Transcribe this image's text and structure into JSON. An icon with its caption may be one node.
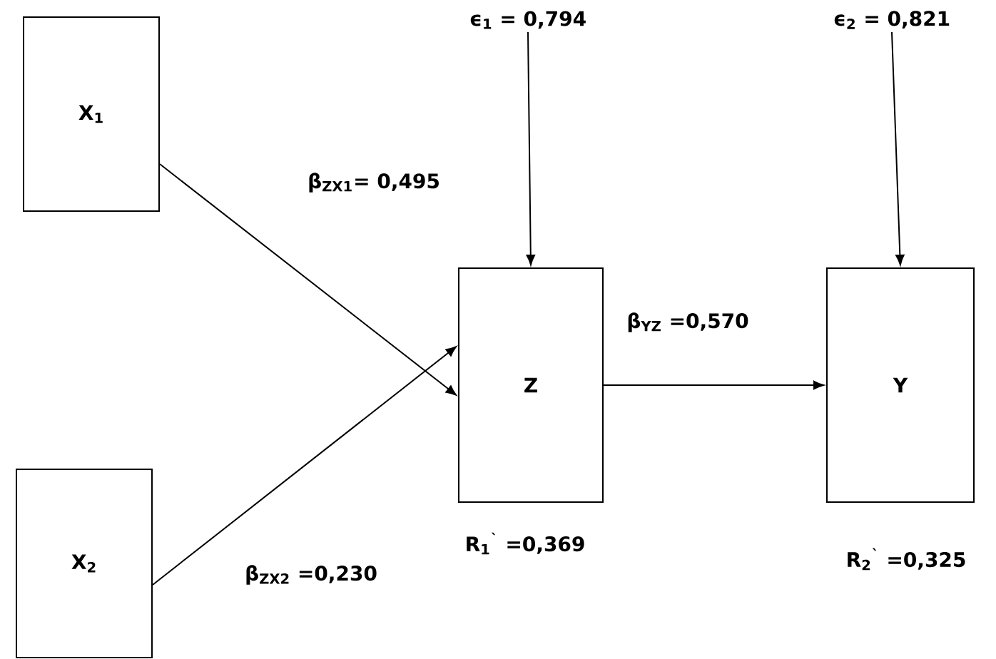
{
  "diagram": {
    "nodes": [
      {
        "text": [
          "X$_{1}$"
        ]
      },
      {
        "text": [
          "X$_{2}$"
        ]
      },
      {
        "text": [
          "Z"
        ],
        "beside": [
          "R$_{1}$$^{`}$ =0,369"
        ]
      },
      {
        "text": [
          "Y"
        ],
        "beside": [
          "R$_{2}$$^{`}$ =0,325"
        ]
      },
      {
        "text": [
          "ϵ$_{1}$ = 0,794"
        ]
      },
      {
        "text": [
          "ϵ$_{2}$ = 0,821"
        ]
      }
    ],
    "edges": [
      {
        "from": 0,
        "to": 2,
        "arrow": "to",
        "label": "β$_{ZX1}$= 0,495"
      },
      {
        "from": 1,
        "to": 2,
        "arrow": "to",
        "label": "β$_{ZX2}$ =0,230"
      },
      {
        "from": 2,
        "to": 3,
        "arrow": "to",
        "label": "β$_{YZ}$ =0,570"
      },
      {
        "from": 4,
        "to": 2,
        "arrow": "to"
      },
      {
        "from": 5,
        "to": 3,
        "arrow": "to"
      }
    ]
  }
}
